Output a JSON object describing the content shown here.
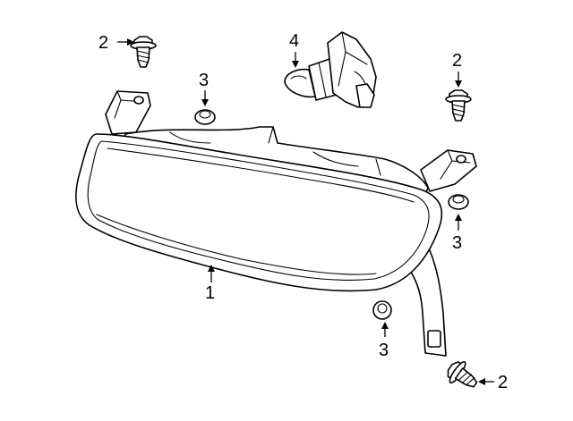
{
  "diagram": {
    "callouts": {
      "c1": "1",
      "c2a": "2",
      "c2b": "2",
      "c2c": "2",
      "c3a": "3",
      "c3b": "3",
      "c3c": "3",
      "c4": "4"
    }
  }
}
